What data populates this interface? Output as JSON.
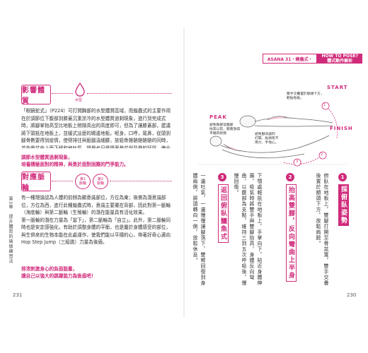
{
  "left_page": {
    "section1": {
      "title": "影響體質",
      "badge": "水型",
      "body": "「眼鏡蛇式」（P224）可打開胸部的水型體質區域，而蝗蟲式的主要作用在於調節位下腹部到膝蓋沉重淤冷的水型體質過剩現象，進行到完成式時，將腳掌抬高至比地板上稍微高出的高度即可，但為了讓膝蓋部，建議將下頭抵在地板上，並緩式這麼的踢邊地板。呢身，口呼，尾鼻，從頭到腳骨數要得到疫情，使得排往與股腦溫細腰，放鬆骨骼骼骼骼骼的同時，並在骨盆由上而下緩和地吐氣，提舉也只是隨著骨盆與背脊的延展，使全身上下都受到相關的肌肉，並有血流充盈的效果，助排泄器官循環正常，對全身的肌肉與器官都有助益，並利用呼吸能量，讓精神集中。練習蝗蟲式時，腰部不適者請勿勉強進行。",
      "note": "調節水型體質過剩現象，\n培養積極面對的精神，與勇於面對困難的鬥爭能力。"
    },
    "section2": {
      "title": "對應脈輪",
      "badge1_line1": "第1",
      "badge1_line2": "脈輪",
      "badge2_line1": "第2",
      "badge2_line2": "脈輪",
      "body": "有一種理論認為人體的前側為顯意識部位，方位為東；後側為潛意識部位，方位為西，進行此種蝗蟲式時，意識主要擺在背部，因此對第一脈輪（海底輪）與第二脈輪（生殖輪）的潛在能量具有活化效果。\n第一脈輪的潛在力量為「當下」，第二脈輪為「自立」。此外，第二脈輪同時也是安定感強化，有助於調整身體的平衡，也是屬於身體感受的部位，與生俱來的生物本能在此處運作，使我們能以平穩的心，帶著好奇心邁向Hop Step Jump（三級跳）力量為後盾。",
      "note": "排泄刺激身心的負面能量，\n讓自己以強大的跳躍能力為後盾吧！"
    },
    "chapter_side": "第3章　提升體質的瑜伽練習法",
    "page_number": "231"
  },
  "right_page": {
    "header_tag1": "ASANA 31・蝗蟲式・",
    "header_tag2_line1": "HOW TO POSE?",
    "header_tag2_line2": "體式動作解析",
    "start_label": "START",
    "finish_label": "FINISH",
    "peak_label": "PEAK",
    "note_start": "雙手交疊置於額頭下方，\n輕貼地板。",
    "note_peak_left": "避免臀部從腹部\n抬高以前，膝蓋放得\n平穩的狀態",
    "note_peak_right": "避免腳背處的\n打開、趾頭有不\n用力、手地心。",
    "steps": [
      {
        "num": "1",
        "title": "採俯臥姿勢",
        "body": "俯臥在地板上，雙腳打開至骨盆寬，雙手交疊後置於額頭下方，放鬆肩膀。"
      },
      {
        "num": "2",
        "title": "抬高雙腳，反向彎曲上半身",
        "body": "下顎處輕抵在地板上，手掌向下，貼近身體伸展，吸氣時將雙手與雙腳抬高，身體反向彎曲，以腹部為支點，維持三到五次呼吸後，慢慢回復。"
      },
      {
        "num": "3",
        "title": "返回俯臥鱷魚式",
        "body": "一邊吐氣，一邊慢慢讓腳落下，雙臂回復到身體兩側，將頭轉向一側，放鬆休息。"
      }
    ],
    "step_markers": [
      "1",
      "2",
      "3"
    ],
    "page_number": "230"
  }
}
